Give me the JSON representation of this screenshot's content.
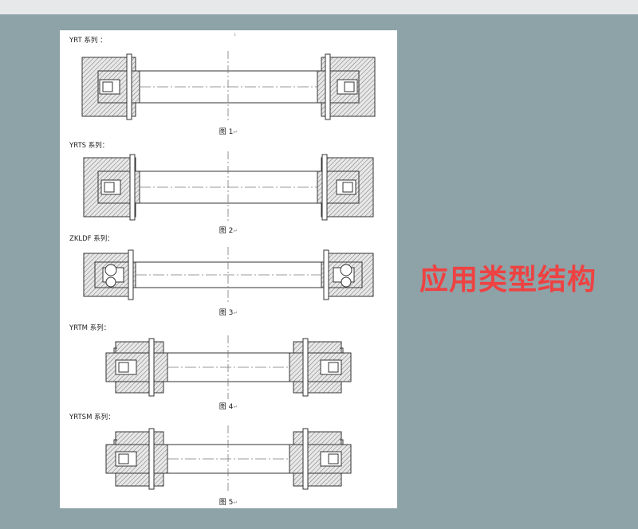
{
  "doc": {
    "top_mark": "↓",
    "figures": [
      {
        "series": "YRT 系列 ：",
        "caption": "图 1",
        "variant": "yrt"
      },
      {
        "series": "YRTS 系列：",
        "caption": "图 2",
        "variant": "yrts"
      },
      {
        "series": "ZKLDF 系列：",
        "caption": "图 3",
        "variant": "zkldf"
      },
      {
        "series": "YRTM 系列：",
        "caption": "图 4",
        "variant": "yrtm"
      },
      {
        "series": "YRTSM 系列：",
        "caption": "图 5",
        "variant": "yrtsm"
      }
    ],
    "return_mark": "↵"
  },
  "heading": "应用类型结构",
  "colors": {
    "background": "#8da3a8",
    "heading": "#ee4242",
    "page": "#ffffff"
  }
}
